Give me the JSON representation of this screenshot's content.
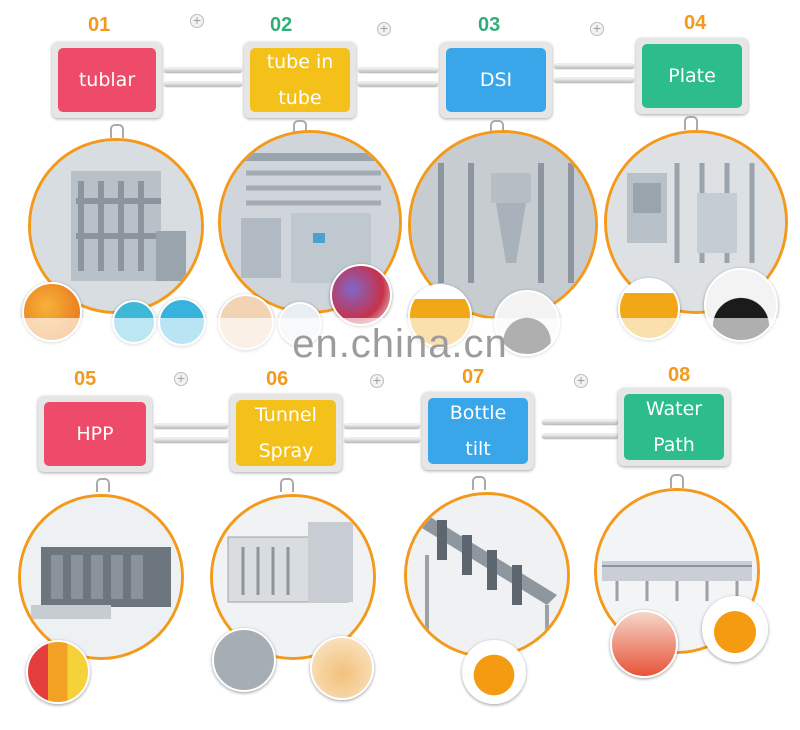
{
  "watermark": "en.china.cn",
  "row1": [
    {
      "num": "01",
      "label": "tublar",
      "color": "#ee4b6a",
      "num_color": "#f39a1c"
    },
    {
      "num": "02",
      "label": "tube in\ntube",
      "color": "#f4c11b",
      "num_color": "#2fb07a"
    },
    {
      "num": "03",
      "label": "DSI",
      "color": "#3aa6ea",
      "num_color": "#2fb07a"
    },
    {
      "num": "04",
      "label": "Plate",
      "color": "#2dbd8c",
      "num_color": "#f39a1c"
    }
  ],
  "row2": [
    {
      "num": "05",
      "label": "HPP",
      "color": "#ee4b6a",
      "num_color": "#f39a1c"
    },
    {
      "num": "06",
      "label": "Tunnel\nSpray",
      "color": "#f4c11b",
      "num_color": "#f39a1c"
    },
    {
      "num": "07",
      "label": "Bottle\ntilt",
      "color": "#3aa6ea",
      "num_color": "#f39a1c"
    },
    {
      "num": "08",
      "label": "Water\nPath",
      "color": "#2dbd8c",
      "num_color": "#f39a1c"
    }
  ],
  "photos": [
    {
      "name": "tubular-sterilizer-photo",
      "icon": "machine"
    },
    {
      "name": "tube-in-tube-sterilizer-photo",
      "icon": "machine"
    },
    {
      "name": "dsi-sterilizer-photo",
      "icon": "machine"
    },
    {
      "name": "plate-sterilizer-photo",
      "icon": "machine"
    },
    {
      "name": "hpp-machine-photo",
      "icon": "machine"
    },
    {
      "name": "tunnel-spray-photo",
      "icon": "machine"
    },
    {
      "name": "bottle-tilt-conveyor-photo",
      "icon": "machine"
    },
    {
      "name": "water-path-pasteurizer-photo",
      "icon": "machine"
    }
  ]
}
